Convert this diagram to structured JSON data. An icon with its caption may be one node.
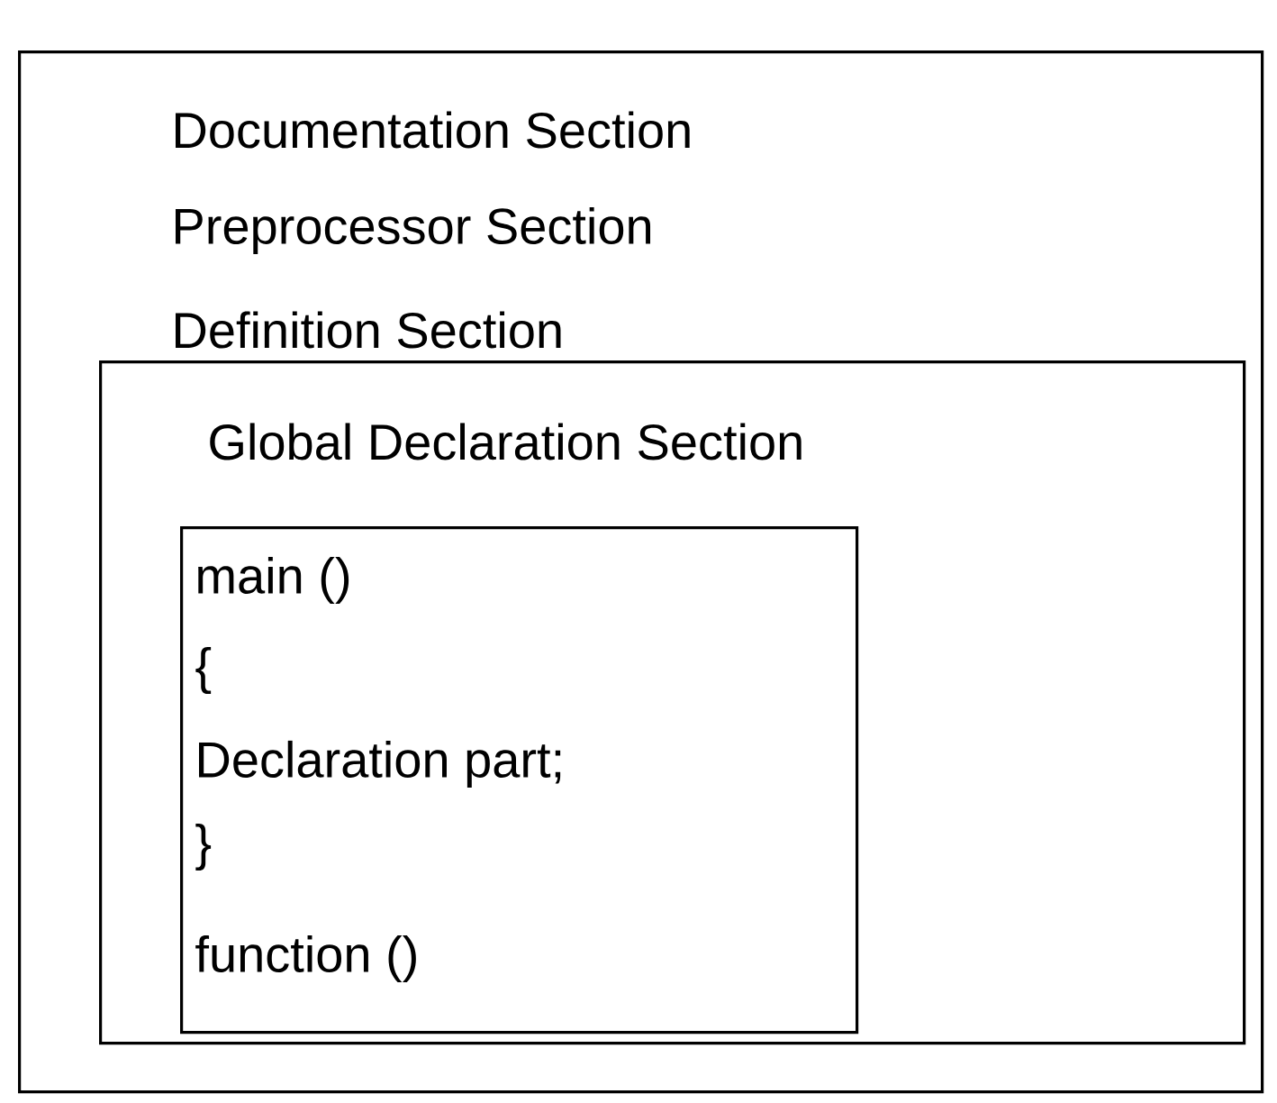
{
  "diagram": {
    "nodes": [
      {
        "text": [
          "Documentation Section",
          "Preprocessor Section",
          "Definition Section"
        ]
      },
      {
        "text": [
          "Global Declaration Section"
        ],
        "in": 0
      },
      {
        "text": [
          "main ()",
          "{",
          "Declaration part;",
          "}",
          "function ()"
        ],
        "in": 1
      }
    ]
  }
}
